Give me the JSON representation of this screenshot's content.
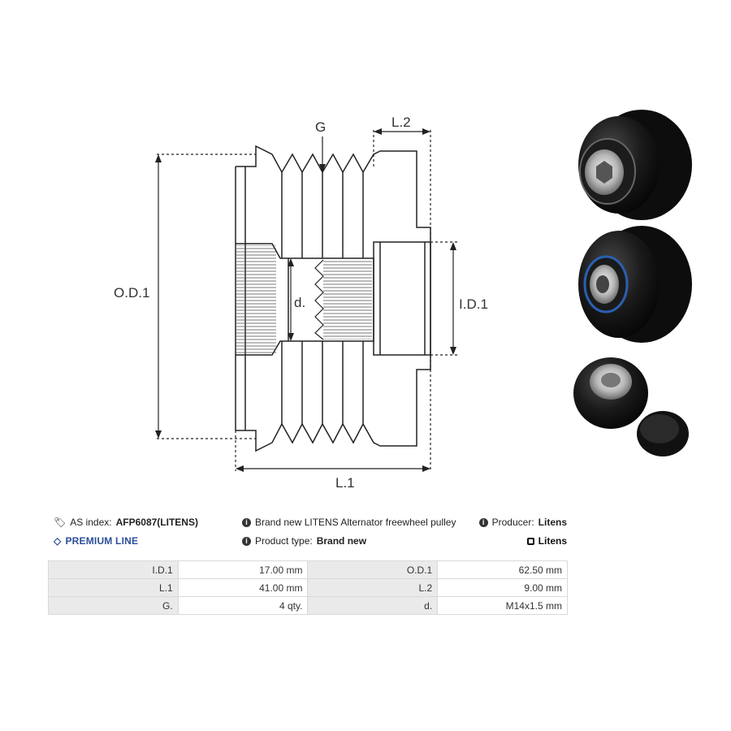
{
  "drawing": {
    "labels": {
      "g": "G",
      "l2": "L.2",
      "od1": "O.D.1",
      "id1": "I.D.1",
      "d": "d.",
      "l1": "L.1"
    }
  },
  "info": {
    "as_index_label": "AS index:",
    "as_index_value": "AFP6087(LITENS)",
    "description": "Brand new LITENS Alternator freewheel pulley",
    "producer_label": "Producer:",
    "producer_value": "Litens",
    "premium_line": "PREMIUM LINE",
    "product_type_label": "Product type:",
    "product_type_value": "Brand new",
    "logo_text": "Litens"
  },
  "specs": [
    {
      "l1": "I.D.1",
      "v1": "17.00 mm",
      "l2": "O.D.1",
      "v2": "62.50 mm"
    },
    {
      "l1": "L.1",
      "v1": "41.00 mm",
      "l2": "L.2",
      "v2": "9.00 mm"
    },
    {
      "l1": "G.",
      "v1": "4 qty.",
      "l2": "d.",
      "v2": "M14x1.5 mm"
    }
  ]
}
